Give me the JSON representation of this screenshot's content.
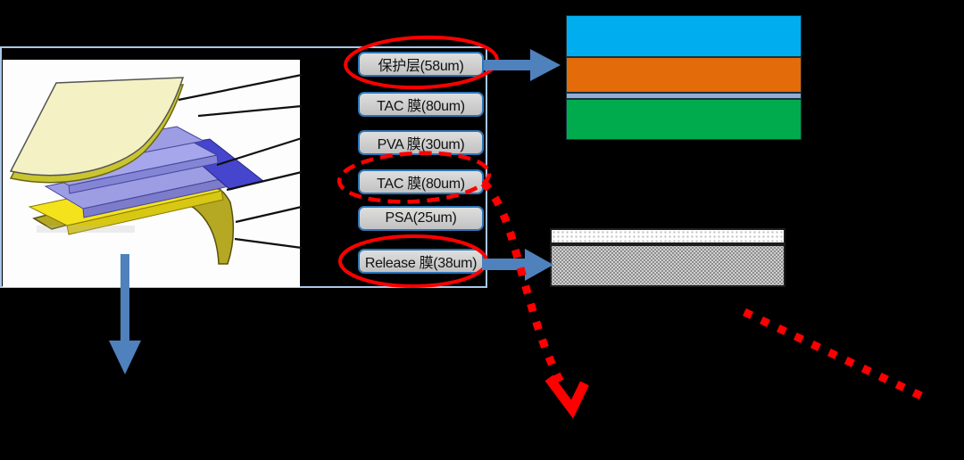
{
  "diagram": {
    "title_hint": "polarizer film layer structure",
    "film_labels": [
      {
        "text": "保护层(58um)",
        "highlighted": true
      },
      {
        "text": "TAC 膜(80um)",
        "highlighted": false
      },
      {
        "text": "PVA 膜(30um)",
        "highlighted": false
      },
      {
        "text": "TAC 膜(80um)",
        "highlighted": true
      },
      {
        "text": "PSA(25um)",
        "highlighted": false
      },
      {
        "text": "Release 膜(38um)",
        "highlighted": true
      }
    ],
    "top_stack": {
      "meaning": "cross-section pointed to by protective-layer arrow",
      "layers": [
        {
          "name": "cyan-band",
          "color": "#00AEEF",
          "height": 47
        },
        {
          "name": "orange-band",
          "color": "#E36B0A",
          "height": 40
        },
        {
          "name": "lavender-band",
          "color": "#93ACD7",
          "height": 7
        },
        {
          "name": "green-band",
          "color": "#00AB4E",
          "height": 46
        }
      ]
    },
    "bottom_stack": {
      "meaning": "cross-section pointed to by release-film arrow",
      "layers": [
        {
          "name": "white-stipple-band",
          "fill": "white with light dot texture"
        },
        {
          "name": "gray-stipple-band",
          "fill": "gray halftone texture"
        }
      ]
    },
    "colors": {
      "background": "#000000",
      "panel_border": "#A9C7E8",
      "label_box_border": "#2E75B6",
      "label_box_fill": "#CFCFCF",
      "highlight_red": "#FF0000",
      "arrow_blue": "#4F81BD",
      "illustration": {
        "cream_sheet": "#F4F1C4",
        "cream_edge": "#C8C531",
        "light_blue_film": "#9D9DE4",
        "dark_blue_film": "#4545CE",
        "yellow_film": "#F4E31C",
        "olive_sheet": "#B5A823"
      }
    }
  }
}
